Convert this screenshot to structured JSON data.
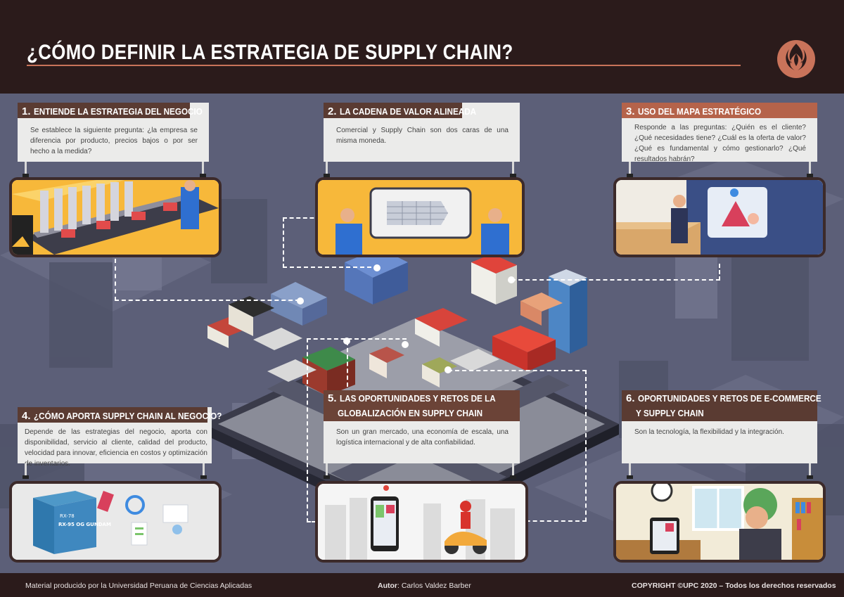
{
  "header": {
    "title": "¿CÓMO DEFINIR LA ESTRATEGIA DE SUPPLY CHAIN?"
  },
  "colors": {
    "header_bg": "#2b1b1b",
    "accent": "#c9735a",
    "card_head_dark": "#5a3b32",
    "card_head_brown": "#6b4337",
    "card_head_orange": "#b5634a",
    "scene_bg": "#5c5f78"
  },
  "cards": [
    {
      "num": "1.",
      "title": "ENTIENDE LA ESTRATEGIA DEL NEGOCIO",
      "body": "Se establece la siguiente pregunta: ¿la empresa se diferencia por producto, precios bajos o por ser hecho a la medida?",
      "illustration": "factory-assembly-line"
    },
    {
      "num": "2.",
      "title": "LA CADENA DE VALOR ALINEADA",
      "body": "Comercial y Supply Chain son dos caras de una misma moneda.",
      "illustration": "two-workers-value-chain-board"
    },
    {
      "num": "3.",
      "title": "USO DEL MAPA ESTRATÉGICO",
      "body": "Responde a las preguntas: ¿Quién es el cliente? ¿Qué necesidades tiene? ¿Cuál es la oferta de valor? ¿Qué es fundamental y cómo gestionarlo? ¿Qué resultados habrán?",
      "illustration": "businessman-strategy-screen"
    },
    {
      "num": "4.",
      "title": "¿CÓMO APORTA SUPPLY CHAIN AL NEGOCIO?",
      "body": "Depende de las estrategias del negocio, aporta con disponibilidad, servicio al cliente, calidad del producto, velocidad para innovar, eficiencia en costos y optimización de inventarios.",
      "illustration": "product-box-analytics",
      "box_label_1": "RX-78",
      "box_label_2": "RX-95 OG GUNDAM"
    },
    {
      "num": "5.",
      "title_line1": "LAS OPORTUNIDADES Y RETOS DE LA",
      "title_line2": "GLOBALIZACIÓN EN SUPPLY CHAIN",
      "body": "Son un gran mercado, una economía de escala, una logística internacional y de alta confiabilidad.",
      "illustration": "phone-delivery-scooter"
    },
    {
      "num": "6.",
      "title_line1": "OPORTUNIDADES Y RETOS DE E-COMMERCE",
      "title_line2": "Y SUPPLY CHAIN",
      "body": "Son la tecnología, la flexibilidad y la integración.",
      "illustration": "person-tablet-shopping"
    }
  ],
  "footer": {
    "left": "Material producido por la Universidad Peruana de Ciencias Aplicadas",
    "author_label": "Autor",
    "author_name": ": Carlos Valdez Barber",
    "copyright": "COPYRIGHT ©UPC 2020 – Todos los derechos reservados"
  }
}
